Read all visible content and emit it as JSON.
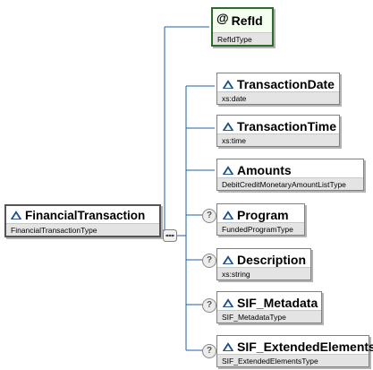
{
  "root": {
    "name": "FinancialTransaction",
    "type": "FinancialTransactionType"
  },
  "attribute": {
    "prefix": "@",
    "name": "RefId",
    "type": "RefIdType"
  },
  "children": [
    {
      "name": "TransactionDate",
      "type": "xs:date",
      "optional": false
    },
    {
      "name": "TransactionTime",
      "type": "xs:time",
      "optional": false
    },
    {
      "name": "Amounts",
      "type": "DebitCreditMonetaryAmountListType",
      "optional": false
    },
    {
      "name": "Program",
      "type": "FundedProgramType",
      "optional": true,
      "optional_label": "?"
    },
    {
      "name": "Description",
      "type": "xs:string",
      "optional": true,
      "optional_label": "?"
    },
    {
      "name": "SIF_Metadata",
      "type": "SIF_MetadataType",
      "optional": true,
      "optional_label": "?"
    },
    {
      "name": "SIF_ExtendedElements",
      "type": "SIF_ExtendedElementsType",
      "optional": true,
      "optional_label": "?"
    }
  ],
  "colors": {
    "connector": "#1f5fa8",
    "icon_blue": "#1f5fa8",
    "attribute_border": "#2d6a2d",
    "type_band": "#e4e4e4"
  }
}
